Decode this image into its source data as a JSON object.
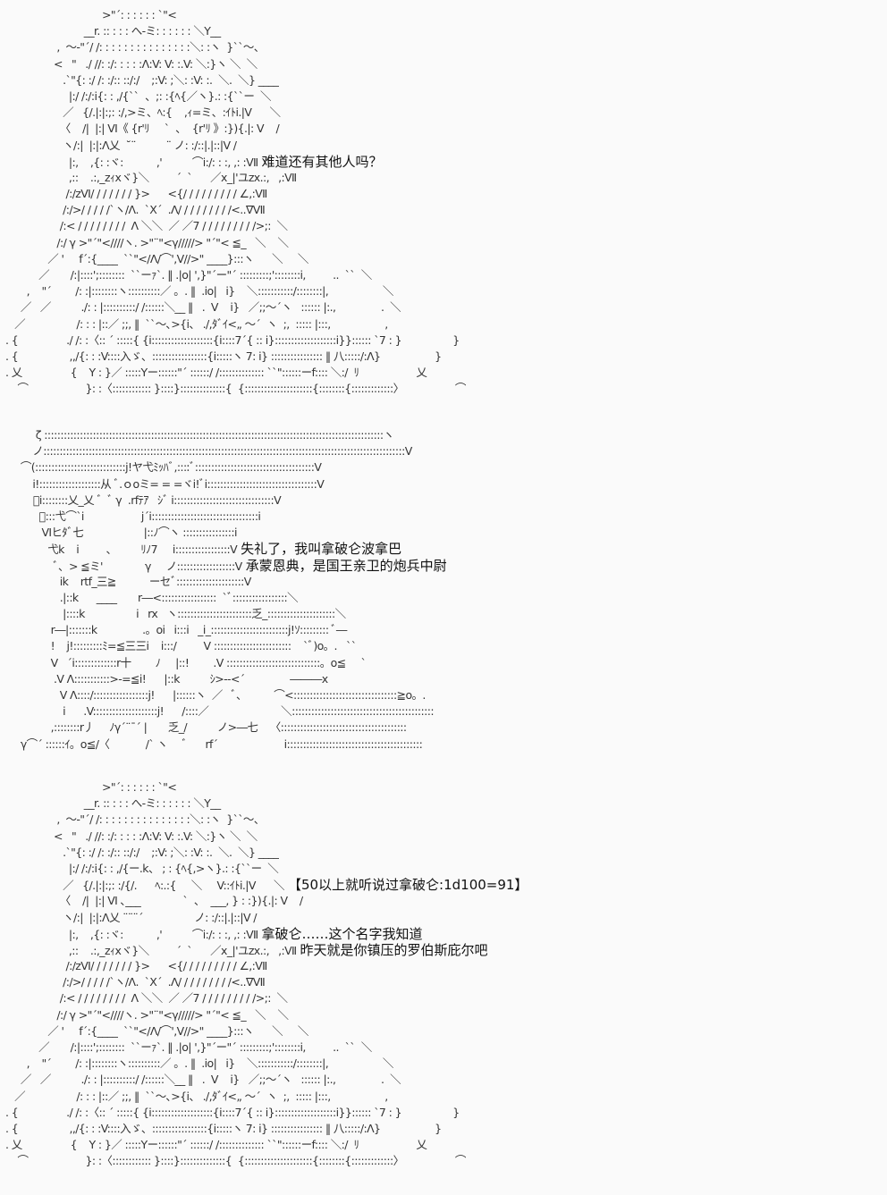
{
  "page": {
    "background": "#fafafa",
    "text_color": "#333333"
  },
  "blocks": [
    {
      "id": "block-1",
      "character": "hat-character",
      "lines": [
        {
          "art": "                                >\"´: : : : : : `\"<",
          "text": ""
        },
        {
          "art": "                          __r. :: : : : へ-ミ: : : : : : ＼Y__",
          "text": ""
        },
        {
          "art": "                 ,  〜‐\"´/ /: : : : : : : : : : : : : : :＼: :ヽ  }``〜、",
          "text": ""
        },
        {
          "art": "                <   \"   ./ //: :/: : : : :Λ:V: V: :.V: ＼:}ヽ ＼  ＼",
          "text": ""
        },
        {
          "art": "                   .`\"{: :/ /: :/:: ::/:/    ;:V: ;＼: :V: :.  ＼.  ＼} ____",
          "text": ""
        },
        {
          "art": "                     |:/ /:/:i{: : ,/{``  、;: :{ﾍ{／ヽ}.: :{``ー  ＼",
          "text": ""
        },
        {
          "art": "                   ／   {/.|:|:;: :/,>ミ、ﾍ:{    ,ｨ=ミ、:ｲﾄi.|V      ＼",
          "text": ""
        },
        {
          "art": "                  〈    /|  |:| Ⅵ《 {r'ﾘ     `  、  {r'ﾘ 》:}){.|: V    /",
          "text": ""
        },
        {
          "art": "                   ヽ/:|  |:|:Λ乂  ˘¨          ¨ ノ: :/::|.|::|V /",
          "text": "",
          "text_name": ""
        },
        {
          "art": "                     |:,    ,{: :ヾ:           ,'          ⌒i:/: : :, ,: :Ⅶ",
          "text": "难道还有其他人吗？"
        },
        {
          "art": "                     ,::    .:,_zｨxヾ}＼         ´  `      ／x_|'ユzx.:,   ,:Ⅶ",
          "text": ""
        },
        {
          "art": "                    /:/zⅥ/ / / / / / / }>      <{/ / / / / / / / / ∠,:Ⅶ",
          "text": ""
        },
        {
          "art": "                   /:/>/ / / / /`ヽ/Λ.  `X´  .Λ/ / / / / / / / /<..∇Ⅶ",
          "text": ""
        },
        {
          "art": "                  /:< / / / / / / / /  Λ ＼＼  ／ ／7 / / / / / / / / />;:  ＼",
          "text": ""
        },
        {
          "art": "                 /:/ γ >\"´\"<////ヽ. >\"¨\"<γ/////> \"´\"< ≦_   ＼    ＼",
          "text": ""
        },
        {
          "art": "              ／ '     f´:{____  ``\"</Λ/⌒',V//>\" ____}:::ヽ      ＼     ＼",
          "text": ""
        },
        {
          "art": "           ／       /:|::::';::::::::  ``ーｧ`. ‖ .|o| ',}\"´ー\"´ :::::::::;'::::::::i,         ..  ``  ＼",
          "text": ""
        },
        {
          "art": "       ,    \"´        /: :|::::::::ヽ::::::::::／ 。. ‖  .io|   i}    ＼:::::::::::/::::::::|,                  ＼",
          "text": ""
        },
        {
          "art": "     ／   ／          ./: : |::::::::::/ /::::::＼__ ‖   .  V    i}   ／;;〜´ヽ   :::::: |:.,               .  ＼",
          "text": ""
        },
        {
          "art": "   ／                 /: : : |::／ ;;, ‖  ``〜､>{i、 ./,ﾀﾞｲ<„ 〜´  ヽ  ;,  ::::: |:::,                  ,",
          "text": ""
        },
        {
          "art": ". {                ./ /: :〈:: ´ :::::{ {i:::::::::::::::::::{i::::7´{ :: i}:::::::::::::::::::i}}:::::: `7 : }                 }",
          "text": ""
        },
        {
          "art": ". {                 ,,/{: : :V::::入ゞ、:::::::::::::::::{i:::::ヽ 7: i} :::::::::::::::: ‖ 八:::::/:Λ}                  }",
          "text": ""
        },
        {
          "art": ". 乂                {    Y : }／ :::::Yー::::::\"´ ::::::/ /:::::::::::::: ``\"::::::ーf:::: ＼:/  ﾘ                   乂",
          "text": ""
        },
        {
          "art": "    ⌒                   }: :〈:::::::::::: }::::}::::::::::::::{  {:::::::::::::::::::::{::::::::{:::::::::::::〉                 ⌒",
          "text": ""
        }
      ]
    },
    {
      "id": "block-2",
      "character": "knapsack-soldier",
      "lines": [
        {
          "art": "          ζ :::::::::::::::::::::::::::::::::::::::::::::::::::::::::::::::::::::::::::::::::::::::::::::::::::::::::ヽ",
          "text": ""
        },
        {
          "art": "         ノ::::::::::::::::::::::::::::::::::::::::::::::::::::::::::::::::::::::::::::::::::::::::::::::::::::::::::::::::V",
          "text": ""
        },
        {
          "art": "     ⌒(::::::::::::::::::::::::::::j!ヤ弋ﾐｯﾊﾞ,::::ﾞ:::::::::::::::::::::::::::::::::::::V",
          "text": ""
        },
        {
          "art": "         i!:::::::::::::::::::从 ﾞ.ｏoミ= = =ヾi!ﾞi::::::::::::::::::::::::::::::::::V",
          "text": ""
        },
        {
          "art": "         ﾞi::::::::乂_乂 ﾞ  ﾞ γ  .rfﾃｱ   ｼﾞ i:::::::::::::::::::::::::::::::V",
          "text": ""
        },
        {
          "art": "           ﾞ:::弋⌒`i                   j´i:::::::::::::::::::::::::::::::::i",
          "text": ""
        },
        {
          "art": "            Ⅵヒﾀﾞ七                    |::ﾉ⌒ヽ ::::::::::::::::i",
          "text": ""
        },
        {
          "art": "              弋k    i         、        ﾘﾉ7     i:::::::::::::::::V",
          "text": "失礼了，我叫拿破仑波拿巴"
        },
        {
          "art": "                ﾞ、> ≦ミ'              γ     ノ::::::::::::::::::V",
          "text": "承蒙恩典，是国王亲卫的炮兵中尉"
        },
        {
          "art": "                  ik    rtf_三≧           ーセﾞ:::::::::::::::::::::V",
          "text": ""
        },
        {
          "art": "                  .|::k      ____       r―<:::::::::::::::::  `ﾞ:::::::::::::::::＼",
          "text": ""
        },
        {
          "art": "                   |::::k                 i   rx   ヽ:::::::::::::::::::::::乏_:::::::::::::::::::::＼",
          "text": ""
        },
        {
          "art": "               r―|:::::::k               .。oi   i:::i   _i_::::::::::::::::::::::::j!ｿ::::::::: ﾞ―",
          "text": ""
        },
        {
          "art": "               !    j!:::::::::ﾐ=≦三三i    i:::/         V ::::::::::::::::::::::::    `ﾞ)o。.   ``",
          "text": ""
        },
        {
          "art": "               V   ´i:::::::::::::r十        ﾉ     |::!        .V :::::::::::::::::::::::::::::。o≦     `",
          "text": ""
        },
        {
          "art": "                .V Λ:::::::::::>-=≦i!      |::k          ｼ>--<´               ―――x",
          "text": ""
        },
        {
          "art": "                  V Λ::::/:::::::::::::::::j!      |::::::ヽ  ／   ﾞ、         ⌒<::::::::::::::::::::::::::::::::≧o。.",
          "text": ""
        },
        {
          "art": "                   i      .V::::::::::::::::::::j!      /::::／                        ＼::::::::::::::::::::::::::::::::::::::::::::",
          "text": ""
        },
        {
          "art": "               ,::::::::r丿     ﾉγ´¨¯´ |       乏_/          ノ>―七    〈:::::::::::::::::::::::::::::::::::::::",
          "text": ""
        },
        {
          "art": "     γ⌒´ ::::::ｲ。o≦/〈            /` ヽ     ﾞ      rf´                      i::::::::::::::::::::::::::::::::::::::::::",
          "text": ""
        }
      ]
    },
    {
      "id": "block-3",
      "character": "hat-character",
      "lines": [
        {
          "art": "                                >\"´: : : : : : `\"<",
          "text": ""
        },
        {
          "art": "                          __r. :: : : : へ-ミ: : : : : : ＼Y__",
          "text": ""
        },
        {
          "art": "                 ,  〜‐\"´/ /: : : : : : : : : : : : : : :＼: :ヽ  }``〜、",
          "text": ""
        },
        {
          "art": "                <   \"   ./ //: :/: : : : :Λ:V: V: :.V: ＼:}ヽ ＼  ＼",
          "text": ""
        },
        {
          "art": "                   .`\"{: :/ /: :/:: ::/:/    ;:V: ;＼: :V: :.  ＼.  ＼} ____",
          "text": ""
        },
        {
          "art": "                     |:/ /:/:i{: : ,/{ー.k、 ; : {ﾍ{,>ヽ}.: :{``ー  ＼",
          "text": ""
        },
        {
          "art": "                   ／   {/.|:|:;: :/{/.      ﾍ:.:{     ＼     V::ｲﾄi.|V      ＼",
          "text": "【50以上就听说过拿破仑:1d100=91】"
        },
        {
          "art": "                  〈    /|  |:| Ⅵ ､___              `  、  ___, } : :}){.|: V    /",
          "text": ""
        },
        {
          "art": "                   ヽ/:|  |:|:Λ乂 ¨¨¨´                 ノ: :/::|.|::|V /",
          "text": ""
        },
        {
          "art": "                     |:,    ,{: :ヾ:           ,'          ⌒i:/: : :, ,: :Ⅶ",
          "text": "拿破仑……这个名字我知道"
        },
        {
          "art": "                     ,::    .:,_zｨxヾ}＼         ´  `      ／x_|'ユzx.:,   ,:Ⅶ",
          "text": "昨天就是你镇压的罗伯斯庇尔吧"
        },
        {
          "art": "                    /:/zⅥ/ / / / / / / }>      <{/ / / / / / / / / ∠,:Ⅶ",
          "text": ""
        },
        {
          "art": "                   /:/>/ / / / /`ヽ/Λ.  `X´  .Λ/ / / / / / / / /<..∇Ⅶ",
          "text": ""
        },
        {
          "art": "                  /:< / / / / / / / /  Λ ＼＼  ／ ／7 / / / / / / / / />;:  ＼",
          "text": ""
        },
        {
          "art": "                 /:/ γ >\"´\"<////ヽ. >\"¨\"<γ/////> \"´\"< ≦_   ＼    ＼",
          "text": ""
        },
        {
          "art": "              ／ '     f´:{____  ``\"</Λ/⌒',V//>\" ____}:::ヽ      ＼     ＼",
          "text": ""
        },
        {
          "art": "           ／       /:|::::';::::::::  ``ーｧ`. ‖ .|o| ',}\"´ー\"´ :::::::::;'::::::::i,         ..  ``  ＼",
          "text": ""
        },
        {
          "art": "       ,    \"´        /: :|::::::::ヽ::::::::::／ 。. ‖  .io|   i}    ＼:::::::::::/::::::::|,                  ＼",
          "text": ""
        },
        {
          "art": "     ／   ／          ./: : |::::::::::/ /::::::＼__ ‖   .  V    i}   ／;;〜´ヽ   :::::: |:.,               .  ＼",
          "text": ""
        },
        {
          "art": "   ／                 /: : : |::／ ;;, ‖  ``〜､>{i、 ./,ﾀﾞｲ<„ 〜´  ヽ  ;,  ::::: |:::,                  ,",
          "text": ""
        },
        {
          "art": ". {                ./ /: :〈:: ´ :::::{ {i:::::::::::::::::::{i::::7´{ :: i}:::::::::::::::::::i}}:::::: `7 : }                 }",
          "text": ""
        },
        {
          "art": ". {                 ,,/{: : :V::::入ゞ、:::::::::::::::::{i:::::ヽ 7: i} :::::::::::::::: ‖ 八:::::/:Λ}                  }",
          "text": ""
        },
        {
          "art": ". 乂                {    Y : }／ :::::Yー::::::\"´ ::::::/ /:::::::::::::: ``\"::::::ーf:::: ＼:/  ﾘ                   乂",
          "text": ""
        },
        {
          "art": "    ⌒                   }: :〈:::::::::::: }::::}::::::::::::::{  {:::::::::::::::::::::{::::::::{:::::::::::::〉                 ⌒",
          "text": ""
        }
      ]
    }
  ],
  "dialogue": {
    "block1_line1": "难道还有其他人吗？",
    "block2_line1": "失礼了，我叫拿破仑波拿巴",
    "block2_line2": "承蒙恩典，是国王亲卫的炮兵中尉",
    "block3_roll": "【50以上就听说过拿破仑:1d100=91】",
    "block3_line1": "拿破仑……这个名字我知道",
    "block3_line2": "昨天就是你镇压的罗伯斯庇尔吧"
  }
}
